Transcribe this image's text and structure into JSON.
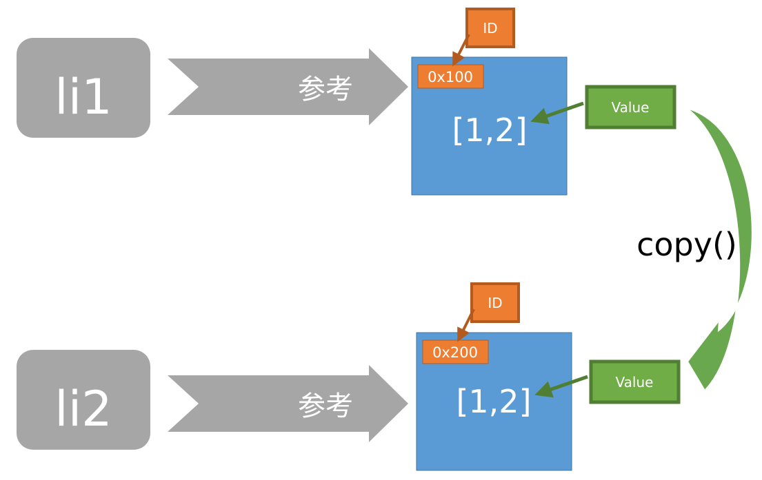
{
  "colors": {
    "variable_box": "#a6a6a6",
    "arrow_gray": "#a6a6a6",
    "object_box": "#5b9bd5",
    "object_border": "#41719c",
    "id_fill": "#ed7d31",
    "id_border": "#b35a1f",
    "value_fill": "#70ad47",
    "value_border": "#507e32",
    "copy_arrow": "#6aa84f"
  },
  "top": {
    "variable": "li1",
    "reference_label": "参考",
    "id_tag": "ID",
    "address": "0x100",
    "value_text": "[1,2]",
    "value_tag": "Value"
  },
  "bottom": {
    "variable": "li2",
    "reference_label": "参考",
    "id_tag": "ID",
    "address": "0x200",
    "value_text": "[1,2]",
    "value_tag": "Value"
  },
  "copy_label": "copy()"
}
